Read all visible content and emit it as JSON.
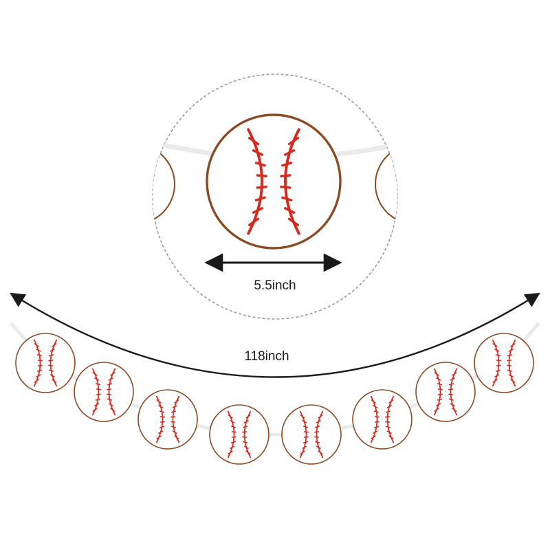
{
  "product": {
    "item_count": 8,
    "colors": {
      "ball_fill": "#ffffff",
      "ball_outline": "#8a4a22",
      "stitching": "#d62a1e",
      "string": "#e8eaec",
      "arrow": "#1a1a1a",
      "zoom_circle": "#9a9a9a"
    }
  },
  "dimensions": {
    "ball_diameter_label": "5.5inch",
    "total_length_label": "118inch"
  }
}
